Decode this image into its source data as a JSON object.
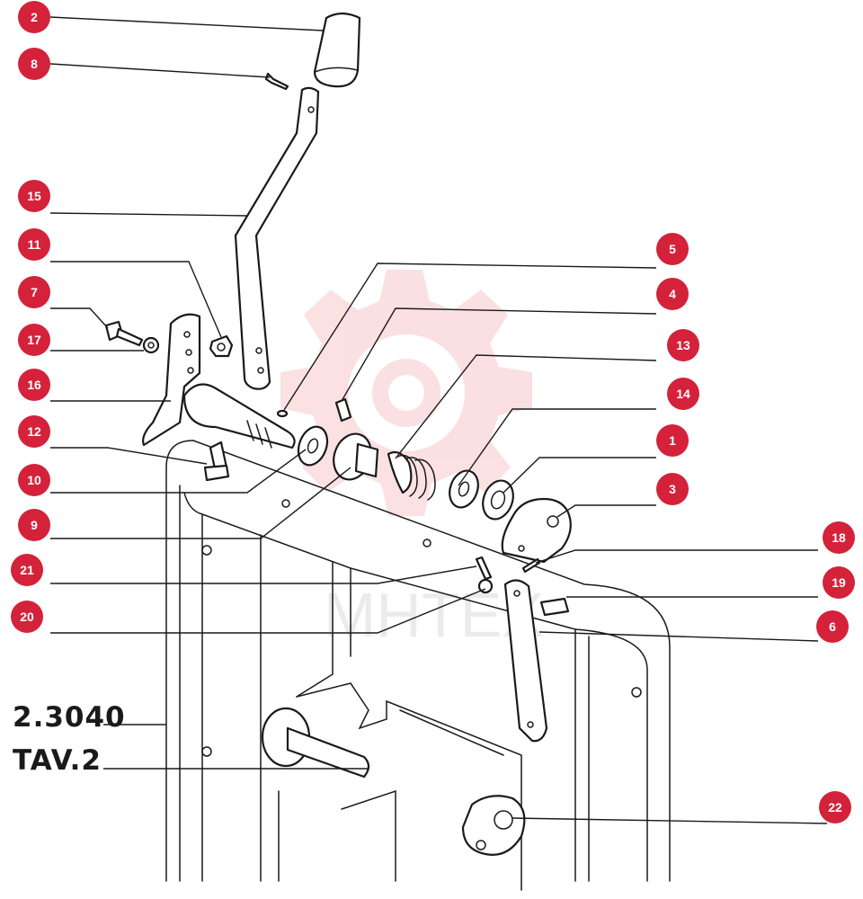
{
  "drawing": {
    "code": "2.3040",
    "table": "TAV.2",
    "watermark_text": "MHTEX"
  },
  "colors": {
    "badge": "#d3223a",
    "badge_text": "#ffffff",
    "ink": "#1a1a1a",
    "watermark": "#f3a9ad"
  },
  "callouts": [
    {
      "label": "2"
    },
    {
      "label": "8"
    },
    {
      "label": "15"
    },
    {
      "label": "11"
    },
    {
      "label": "7"
    },
    {
      "label": "17"
    },
    {
      "label": "16"
    },
    {
      "label": "12"
    },
    {
      "label": "10"
    },
    {
      "label": "9"
    },
    {
      "label": "21"
    },
    {
      "label": "20"
    },
    {
      "label": "5"
    },
    {
      "label": "4"
    },
    {
      "label": "13"
    },
    {
      "label": "14"
    },
    {
      "label": "1"
    },
    {
      "label": "3"
    },
    {
      "label": "18"
    },
    {
      "label": "19"
    },
    {
      "label": "6"
    },
    {
      "label": "22"
    }
  ]
}
